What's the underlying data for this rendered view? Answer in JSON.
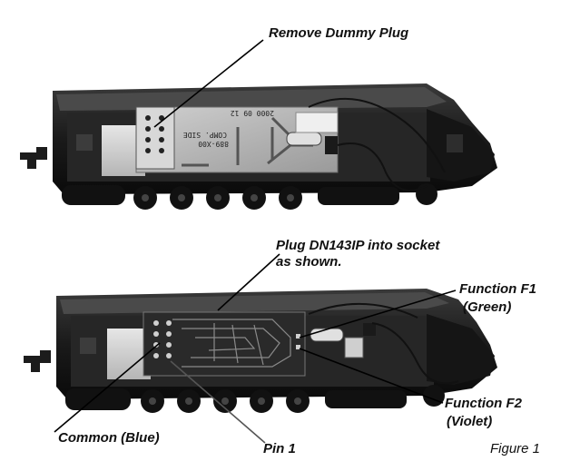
{
  "figure": {
    "caption": "Figure 1",
    "top_photo": {
      "board_text": [
        "COMP. SIDE",
        "889-X00",
        "2000 09 12"
      ],
      "callouts": {
        "remove_dummy_plug": "Remove Dummy Plug"
      }
    },
    "bottom_photo": {
      "callouts": {
        "plug_line1": "Plug DN143IP into socket",
        "plug_line2": "as shown.",
        "f1_line1": "Function F1",
        "f1_line2": "(Green)",
        "f2_line1": "Function F2",
        "f2_line2": "(Violet)",
        "common": "Common (Blue)",
        "pin1": "Pin 1"
      }
    }
  }
}
